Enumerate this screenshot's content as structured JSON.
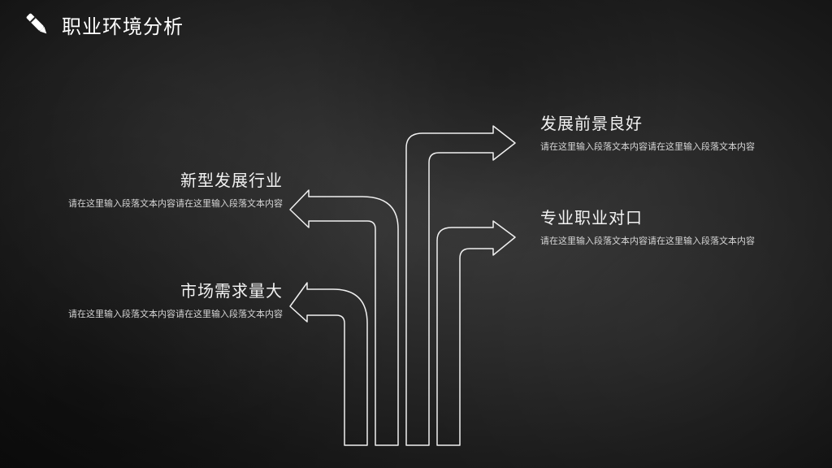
{
  "page": {
    "title": "职业环境分析"
  },
  "icons": {
    "header": "pen-icon"
  },
  "items": [
    {
      "title": "新型发展行业",
      "desc": "请在这里输入段落文本内容请在这里输入段落文本内容"
    },
    {
      "title": "市场需求量大",
      "desc": "请在这里输入段落文本内容请在这里输入段落文本内容"
    },
    {
      "title": "发展前景良好",
      "desc": "请在这里输入段落文本内容请在这里输入段落文本内容"
    },
    {
      "title": "专业职业对口",
      "desc": "请在这里输入段落文本内容请在这里输入段落文本内容"
    }
  ]
}
